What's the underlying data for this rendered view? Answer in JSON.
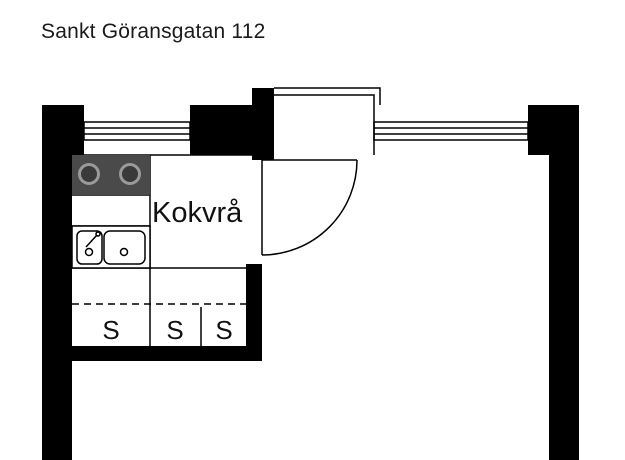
{
  "address": "Sankt Göransgatan 112",
  "room_label": "Kokvrå",
  "storage_labels": [
    "S",
    "S",
    "S"
  ],
  "colors": {
    "wall": "#000000",
    "line": "#000000",
    "stove": "#4a4a4a",
    "background": "#ffffff"
  }
}
